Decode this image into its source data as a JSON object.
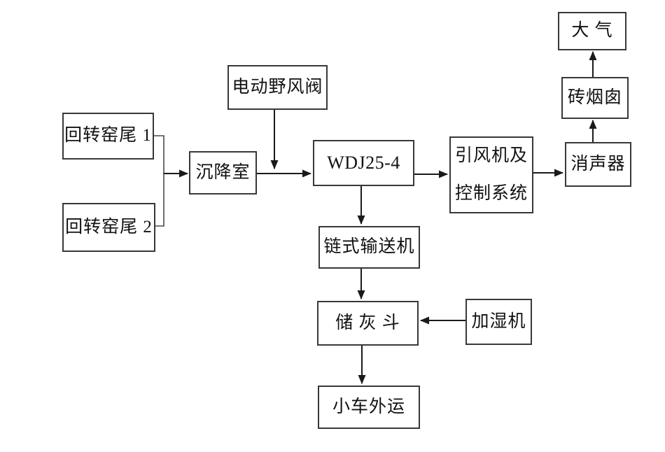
{
  "diagram": {
    "kind": "process-flowchart",
    "colors": {
      "background": "#ffffff",
      "box_border": "#383838",
      "arrow": "#1a1a1a",
      "text": "#111111"
    },
    "nodes": {
      "kiln1": {
        "label": "回转窑尾 1"
      },
      "kiln2": {
        "label": "回转窑尾 2"
      },
      "valve": {
        "label": "电动野风阀"
      },
      "settling": {
        "label": "沉降室"
      },
      "wdj": {
        "label": "WDJ25-4"
      },
      "fan": {
        "label": "引风机及\n控制系统"
      },
      "muffler": {
        "label": "消声器"
      },
      "chimney": {
        "label": "砖烟囱"
      },
      "atmosphere": {
        "label": "大 气"
      },
      "conveyor": {
        "label": "链式输送机"
      },
      "hopper": {
        "label": "储 灰 斗"
      },
      "humidifier": {
        "label": "加湿机"
      },
      "cart": {
        "label": "小车外运"
      }
    },
    "edges": [
      {
        "from": "kiln1",
        "to": "settling",
        "type": "merge-arrow"
      },
      {
        "from": "kiln2",
        "to": "settling",
        "type": "merge-arrow"
      },
      {
        "from": "valve",
        "to": "settling-wdj-duct",
        "type": "arrow"
      },
      {
        "from": "settling",
        "to": "wdj",
        "type": "arrow"
      },
      {
        "from": "wdj",
        "to": "fan",
        "type": "arrow"
      },
      {
        "from": "fan",
        "to": "muffler",
        "type": "arrow"
      },
      {
        "from": "muffler",
        "to": "chimney",
        "type": "arrow"
      },
      {
        "from": "chimney",
        "to": "atmosphere",
        "type": "arrow"
      },
      {
        "from": "wdj",
        "to": "conveyor",
        "type": "arrow"
      },
      {
        "from": "conveyor",
        "to": "hopper",
        "type": "arrow"
      },
      {
        "from": "humidifier",
        "to": "hopper",
        "type": "arrow"
      },
      {
        "from": "hopper",
        "to": "cart",
        "type": "arrow"
      }
    ]
  }
}
